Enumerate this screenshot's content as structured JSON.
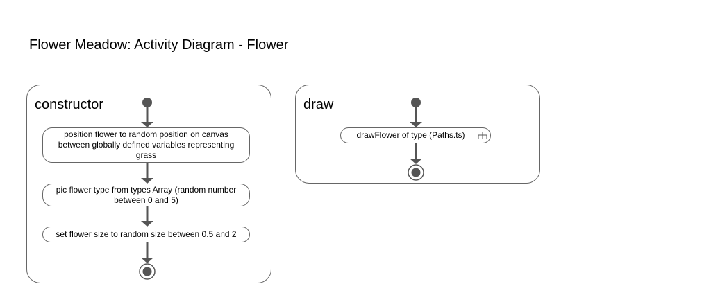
{
  "diagram_title": "Flower Meadow: Activity Diagram - Flower",
  "activities": {
    "constructor": {
      "name": "constructor",
      "actions": [
        "position flower to random position on canvas between globally defined variables representing grass",
        "pic flower type from types Array (random number between 0 and 5)",
        "set flower size to random size between 0.5 and 2"
      ]
    },
    "draw": {
      "name": "draw",
      "actions": [
        "drawFlower of type (Paths.ts)"
      ]
    }
  },
  "colors": {
    "line": "#555555",
    "border": "#666666"
  },
  "icons": {
    "call_behavior": "rake-icon"
  }
}
